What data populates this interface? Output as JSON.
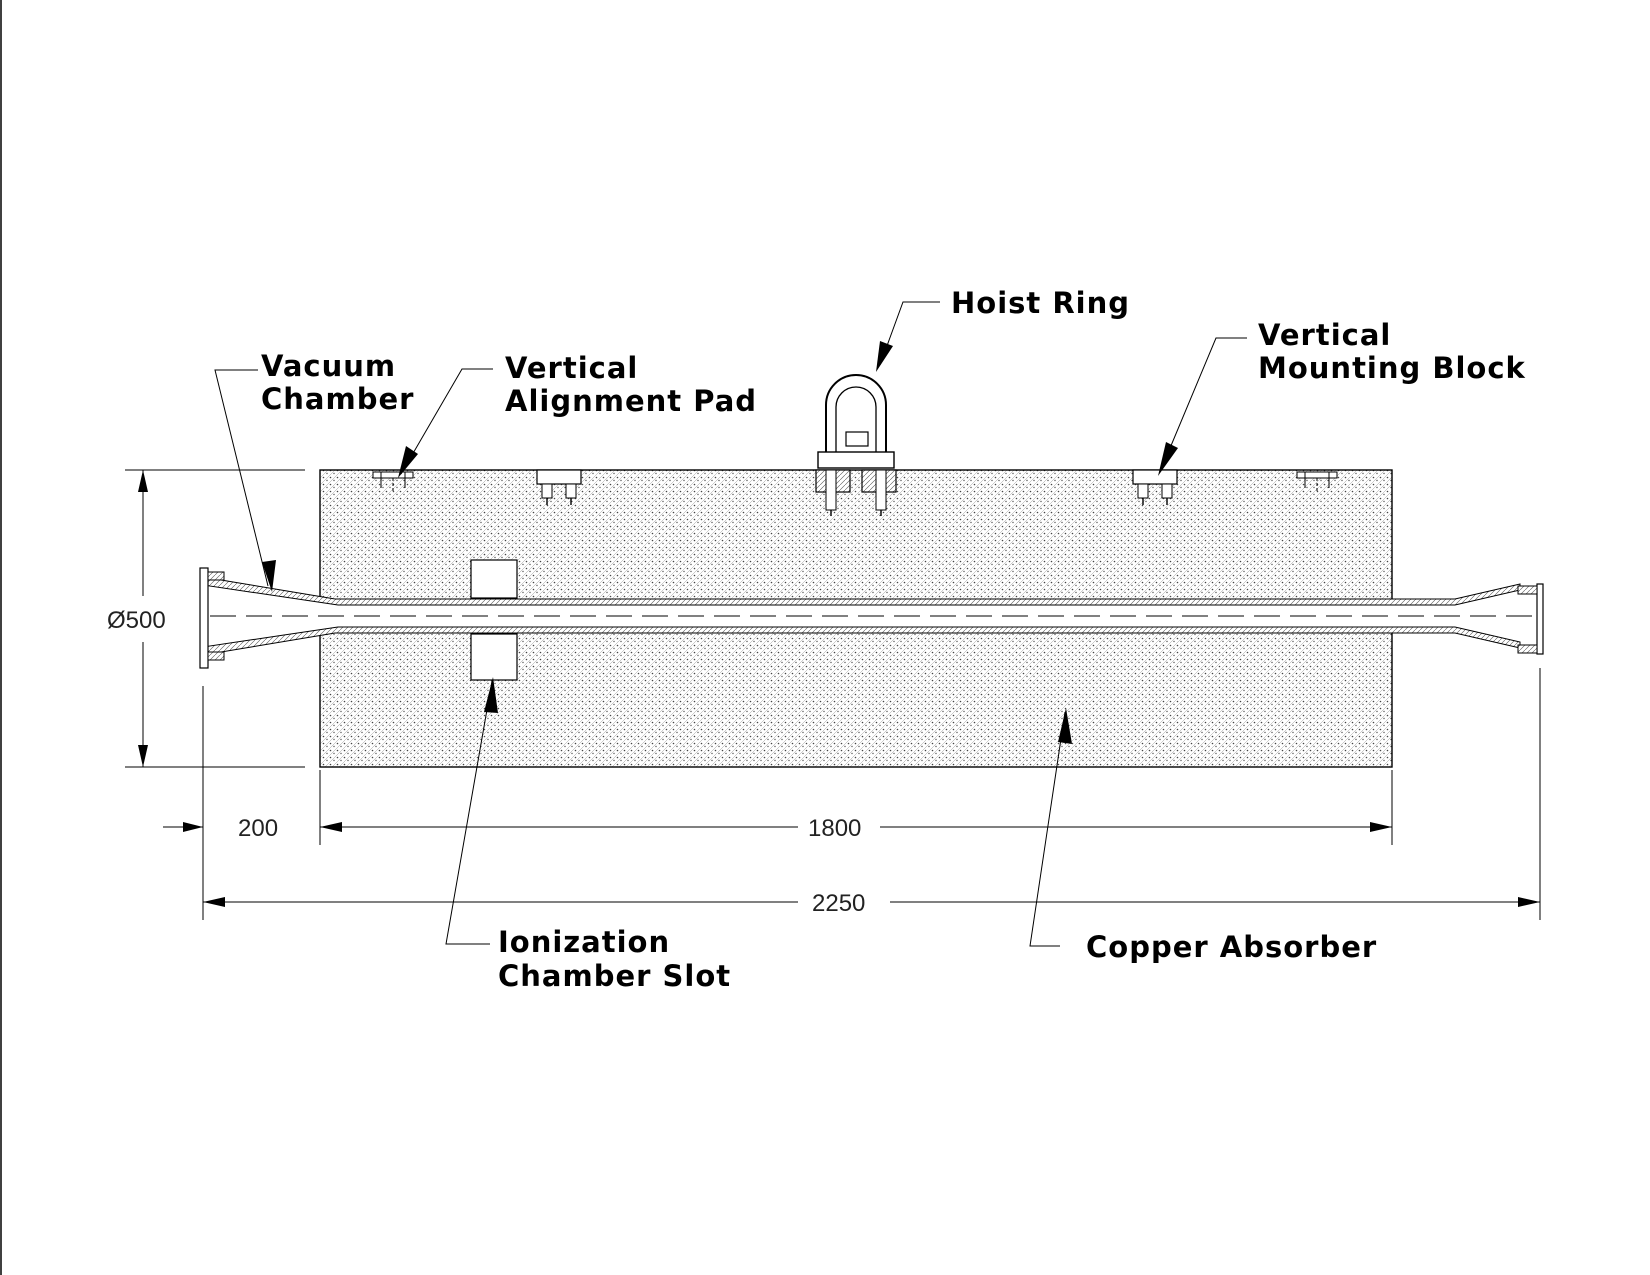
{
  "labels": {
    "hoist_ring": "Hoist  Ring",
    "vacuum_chamber_1": "Vacuum",
    "vacuum_chamber_2": "Chamber",
    "alignment_pad_1": "Vertical",
    "alignment_pad_2": "Alignment  Pad",
    "mounting_block_1": "Vertical",
    "mounting_block_2": "Mounting  Block",
    "ionization_1": "Ionization",
    "ionization_2": "Chamber  Slot",
    "copper_absorber": "Copper  Absorber"
  },
  "dimensions": {
    "diameter": "Ø500",
    "offset": "200",
    "absorber_length": "1800",
    "total_length": "2250"
  }
}
